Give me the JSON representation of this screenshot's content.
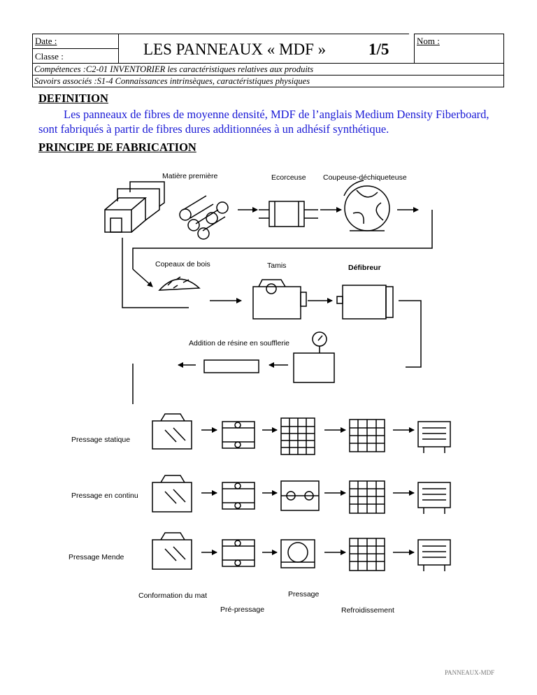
{
  "header": {
    "date_label": "Date :",
    "classe_label": "Classe :",
    "title": "LES PANNEAUX « MDF »",
    "page": "1/5",
    "nom_label": "Nom :",
    "competences": "Compétences :C2-01 INVENTORIER les caractéristiques relatives aux produits",
    "savoirs": "Savoirs associés :S1-4 Connaissances intrinsèques, caractéristiques physiques"
  },
  "definition": {
    "heading": "DEFINITION",
    "text": "Les panneaux de fibres de moyenne densité, MDF de l’anglais Medium Density Fiberboard, sont fabriqués à partir de fibres dures additionnées à un adhésif synthétique."
  },
  "principe": {
    "heading": "PRINCIPE DE FABRICATION"
  },
  "diagram": {
    "labels": {
      "matiere": "Matière première",
      "ecorceuse": "Ecorceuse",
      "coupeuse": "Coupeuse-déchiqueteuse",
      "copeaux": "Copeaux de bois",
      "tamis": "Tamis",
      "defibreur": "Défibreur",
      "addition": "Addition de résine en soufflerie",
      "statique": "Pressage statique",
      "continu": "Pressage en continu",
      "mende": "Pressage Mende",
      "conformation": "Conformation du mat",
      "prepressage": "Pré-pressage",
      "pressage": "Pressage",
      "refroidissement": "Refroidissement"
    }
  },
  "footer": "PANNEAUX-MDF"
}
